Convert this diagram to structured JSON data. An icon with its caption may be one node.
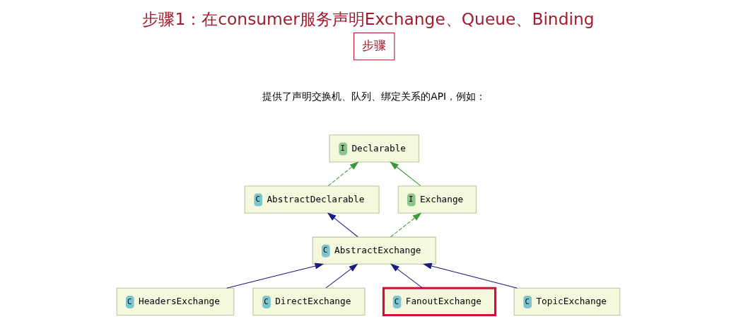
{
  "diagram": {
    "title": "步骤1：在consumer服务声明Exchange、Queue、Binding",
    "nodes": [
      {
        "text": [
          "I",
          "Declarable"
        ]
      },
      {
        "text": [
          "C",
          "AbstractDeclarable"
        ]
      },
      {
        "text": [
          "I",
          "Exchange"
        ]
      },
      {
        "text": [
          "C",
          "AbstractExchange"
        ]
      },
      {
        "text": [
          "C",
          "HeadersExchange"
        ]
      },
      {
        "text": [
          "C",
          "DirectExchange"
        ]
      },
      {
        "text": [
          "C",
          "FanoutExchange"
        ]
      },
      {
        "text": [
          "C",
          "TopicExchange"
        ]
      }
    ],
    "edges": [
      {
        "from": 1,
        "to": 0,
        "arrow": "to",
        "style": "dashed",
        "color": "#3a9a3a"
      },
      {
        "from": 2,
        "to": 0,
        "arrow": "to",
        "color": "#3a9a3a"
      },
      {
        "from": 3,
        "to": 1,
        "arrow": "to"
      },
      {
        "from": 3,
        "to": 2,
        "arrow": "to",
        "style": "dashed",
        "color": "#3a9a3a"
      },
      {
        "from": 4,
        "to": 3,
        "arrow": "to"
      },
      {
        "from": 5,
        "to": 3,
        "arrow": "to"
      },
      {
        "from": 6,
        "to": 3,
        "arrow": "to"
      },
      {
        "from": 7,
        "to": 3,
        "arrow": "to"
      }
    ],
    "labels": [
      "步骤",
      "提供了声明交换机、队列、绑定关系的API，例如："
    ]
  }
}
